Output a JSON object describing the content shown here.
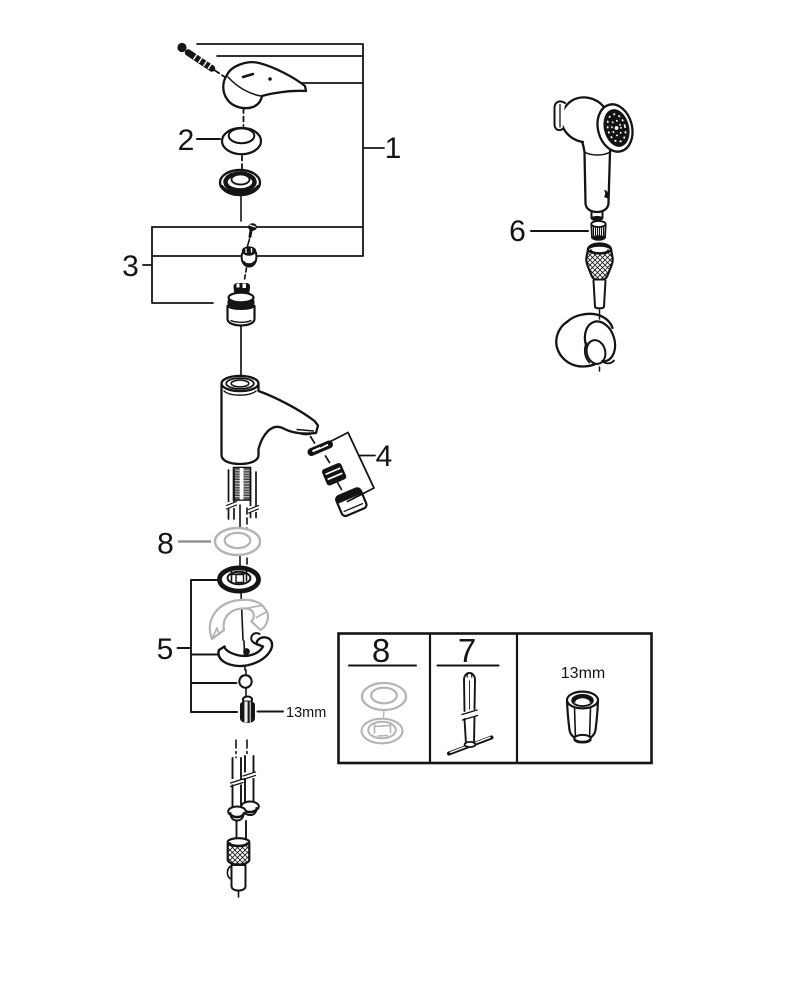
{
  "diagram": {
    "kind": "exploded-parts-diagram",
    "background": "#ffffff",
    "line_color": "#141414",
    "muted_color": "#b4b4b4"
  },
  "callouts": {
    "c1": "1",
    "c2": "2",
    "c3": "3",
    "c4": "4",
    "c5": "5",
    "c6": "6",
    "c8": "8"
  },
  "annotations": {
    "wrench_size": "13mm"
  },
  "legend": {
    "part_label": "8",
    "tool_label": "7",
    "wrench_label": "13mm"
  }
}
